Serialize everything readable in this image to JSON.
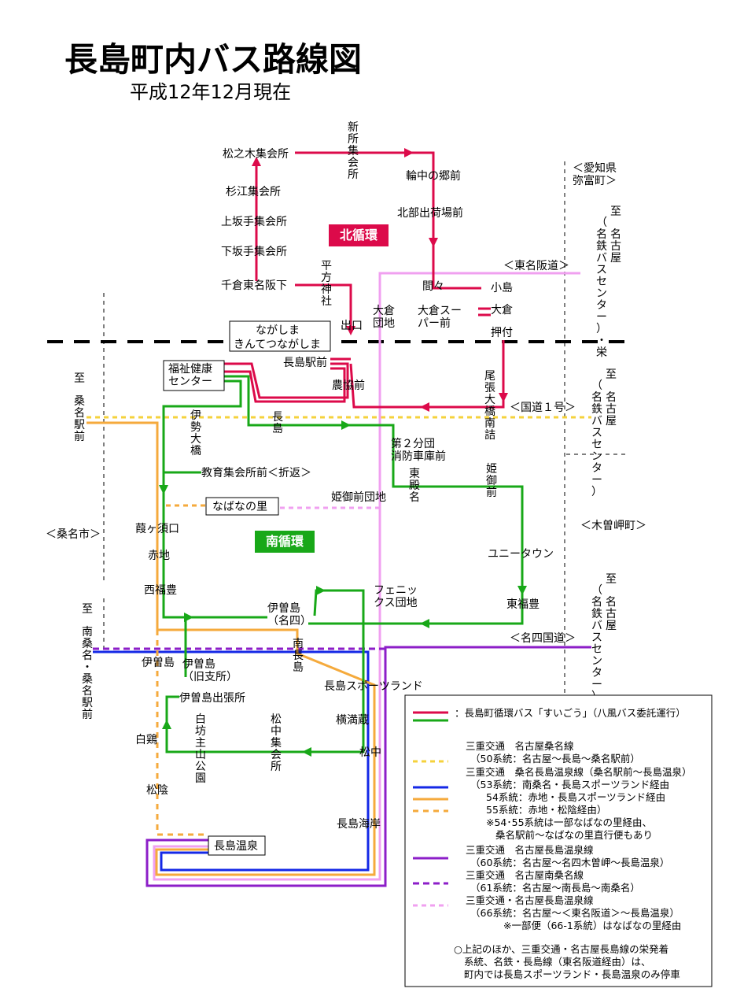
{
  "title": "長島町内バス路線図",
  "subtitle": "平成12年12月現在",
  "colors": {
    "north_loop": "#dc0a4a",
    "south_loop": "#18a818",
    "route_50": "#f5d23c",
    "route_53": "#1428e6",
    "route_54": "#f5aa3c",
    "route_60": "#8c1ec8",
    "route_66": "#f0a0f0",
    "border": "#000000"
  },
  "loops": {
    "north": "北循環",
    "south": "南循環"
  },
  "places": {
    "matsunoki": "松之木集会所",
    "sugie": "杉江集会所",
    "kamisakate": "上坂手集会所",
    "shimosakate": "下坂手集会所",
    "chikura": "千倉東名阪下",
    "hirakata": "平方神社",
    "deguchi": "出口",
    "shinsho": "新所集会所",
    "wanaka": "輪中の郷前",
    "hokubu": "北部出荷場前",
    "mama": "間々",
    "kojima": "小島",
    "okura": "大倉",
    "okura_super": "大倉スーパー前",
    "okura_danchi": "大倉団地",
    "oshitsuke": "押付",
    "owari": "尾張大橋南詰",
    "nagashima_eki": "長島駅前",
    "nagashima_kintetsu": "ながしま きんてつながしま",
    "fukushi": "福祉健康センター",
    "nokyo": "農協前",
    "nagashima": "長島",
    "ise_ohashi": "伊勢大橋",
    "kyoiku": "教育集会所前＜折返＞",
    "dai2": "第２分団消防車庫前",
    "higashi_tonomyo": "東殿名",
    "himemikado": "姫御前",
    "himemikado_danchi": "姫御前団地",
    "nabana": "なばなの里",
    "kosugaguchi": "葭ヶ須口",
    "akaji": "赤地",
    "nishifukuyoshi": "西福豊",
    "unitown": "ユニータウン",
    "higashifukuyoshi": "東福豊",
    "phoenix": "フェニックス団地",
    "isojima_meishi": "伊曽島（名四）",
    "minami_nagashima": "南長島",
    "isojima": "伊曽島",
    "isojima_kyushi": "伊曽島（旧支所）",
    "isojima_shucchou": "伊曽島出張所",
    "nagashima_sports": "長島スポーツランド",
    "yokomanzo": "横満蔵",
    "shirotori": "白鶏",
    "shirobo": "白坊主山公園",
    "matsunaka_shukai": "松中集会所",
    "matsunaka": "松中",
    "matsukage": "松陰",
    "kaigan": "長島海岸",
    "onsen": "長島温泉"
  },
  "directions": {
    "aichi": "＜愛知県 弥富町＞",
    "kuwana_shi": "＜桑名市＞",
    "kisosaki": "＜木曽岬町＞",
    "to_kuwana_eki": "至 桑名駅前",
    "to_minami_kuwana": "至 南桑名・桑名駅前",
    "to_nagoya_sakae": "至 名古屋（名鉄バスセンター）・栄",
    "to_nagoya_1": "至 名古屋（名鉄バスセンター）",
    "to_nagoya_2": "至 名古屋（名鉄バスセンター）"
  },
  "roads": {
    "tomei": "＜東名阪道＞",
    "kokudo1": "＜国道１号＞",
    "meishi": "＜名四国道＞"
  },
  "legend": {
    "loop_bus": "：長島町循環バス「すいごう」（八風バス委託運行）",
    "l1": "三重交通　名古屋桑名線",
    "l2": "（50系統：名古屋～長島～桑名駅前）",
    "l3": "三重交通　桑名長島温泉線（桑名駅前～長島温泉）",
    "l4": "（53系統：南桑名・長島スポーツランド経由",
    "l5": "54系統：赤地・長島スポーツランド経由",
    "l6": "55系統：赤地・松陰経由）",
    "l7": "※54･55系統は一部なばなの里経由、",
    "l8": "桑名駅前～なばなの里直行便もあり",
    "l9": "三重交通　名古屋長島温泉線",
    "l10": "（60系統：名古屋～名四木曽岬～長島温泉）",
    "l11": "三重交通　名古屋南桑名線",
    "l12": "（61系統：名古屋～南長島～南桑名）",
    "l13": "三重交通・名古屋長島温泉線",
    "l14": "（66系統：名古屋～＜東名阪道＞～長島温泉）",
    "l15": "※一部便（66-1系統）はなばなの里経由",
    "l16": "○上記のほか、三重交通・名古屋長島線の栄発着",
    "l17": "系統、名鉄・長島線（東名阪道経由）は、",
    "l18": "町内では長島スポーツランド・長島温泉のみ停車"
  }
}
